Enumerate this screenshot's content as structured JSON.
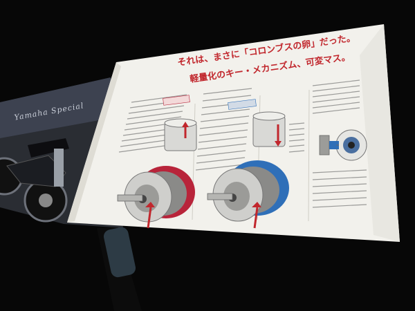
{
  "headline": {
    "line1": "それは、まさに「コロンブスの卵」だった。",
    "line2": "軽量化のキー・メカニズム、可変マス。"
  },
  "left_page": {
    "brand_logo_text": "Yamaha Special"
  },
  "colors": {
    "headline_red": "#c1272d",
    "flywheel_red": "#b8243a",
    "flywheel_blue": "#2f6fb8",
    "page_white": "#f2f1ec"
  }
}
